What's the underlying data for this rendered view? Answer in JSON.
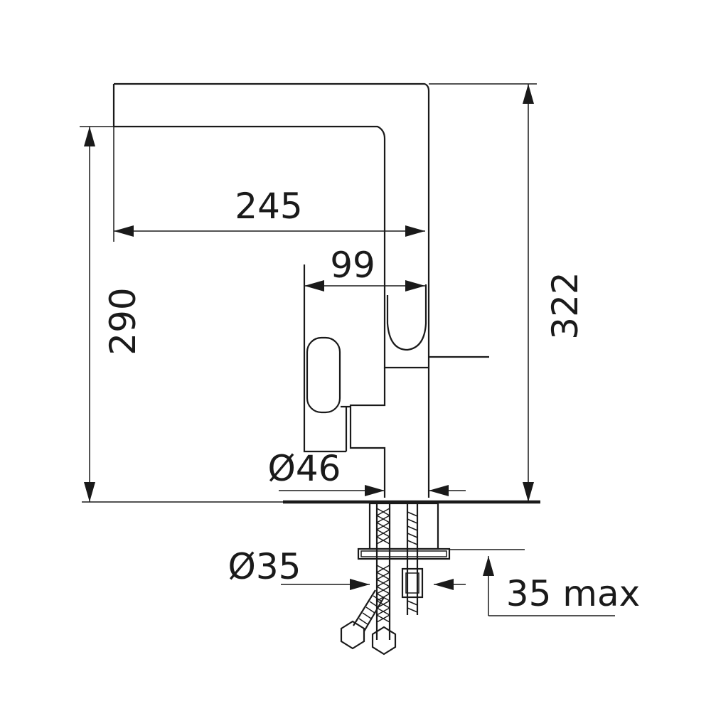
{
  "dimensions": {
    "spout_reach": "245",
    "handle_offset": "99",
    "total_height": "322",
    "spout_height": "290",
    "body_diameter": "Ø46",
    "hole_diameter": "Ø35",
    "max_thickness": "35 max"
  },
  "colors": {
    "line": "#1a1a1a",
    "background": "#ffffff"
  }
}
